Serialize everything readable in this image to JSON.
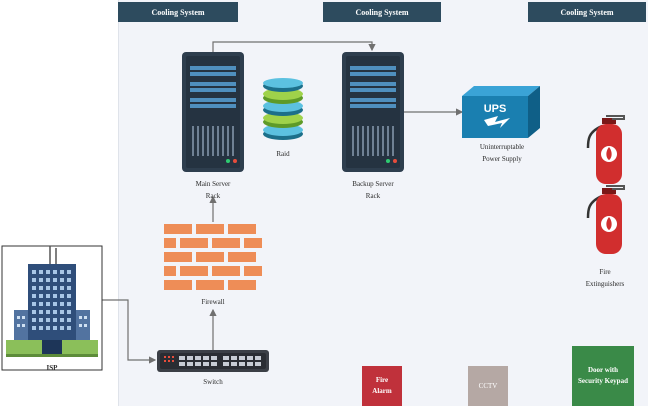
{
  "cooling": [
    "Cooling System",
    "Cooling System",
    "Cooling System"
  ],
  "labels": {
    "main_server": "Main Server\nRack",
    "raid": "Raid",
    "backup_server": "Backup Server\nRack",
    "ups_text": "UPS",
    "ups_caption": "Uninterruptable\nPower Supply",
    "fire_ext": "Fire\nExtinguishers",
    "firewall": "Firewall",
    "switch": "Switch",
    "building": "ISP",
    "fire_alarm": "Fire\nAlarm",
    "cctv": "CCTV",
    "door": "Door with\nSecurity Keypad"
  },
  "colors": {
    "cooling_bar": "#2d4b5e",
    "server": "#2e3e4e",
    "ups": "#1a7fb0",
    "fire_alarm": "#c0313b",
    "cctv": "#b5a8a4",
    "door": "#3a8a48",
    "firewall": "#ee8d57",
    "extinguisher": "#d12e2e"
  }
}
